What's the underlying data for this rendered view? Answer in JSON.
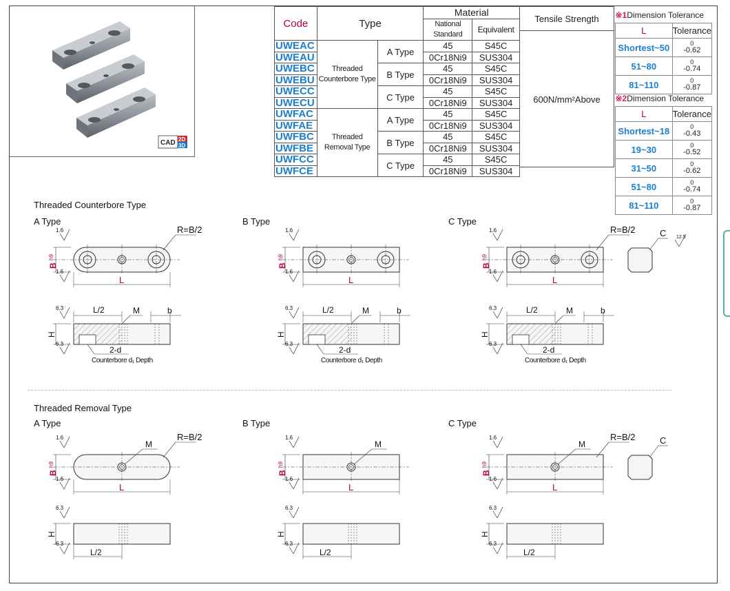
{
  "spec_table": {
    "headers": {
      "code": "Code",
      "type": "Type",
      "material": "Material",
      "national_standard": "National Standard",
      "equivalent": "Equivalent",
      "tensile_strength": "Tensile Strength"
    },
    "group_counterbore": "Threaded\nCounterbore Type",
    "group_removal": "Threaded\nRemoval Type",
    "type_labels": [
      "A Type",
      "B Type",
      "C Type",
      "A Type",
      "B Type",
      "C Type"
    ],
    "codes": [
      "UWEAC",
      "UWEAU",
      "UWEBC",
      "UWEBU",
      "UWECC",
      "UWECU",
      "UWFAC",
      "UWFAE",
      "UWFBC",
      "UWFBE",
      "UWFCC",
      "UWFCE"
    ],
    "national": [
      "45",
      "0Cr18Ni9",
      "45",
      "0Cr18Ni9",
      "45",
      "0Cr18Ni9",
      "45",
      "0Cr18Ni9",
      "45",
      "0Cr18Ni9",
      "45",
      "0Cr18Ni9"
    ],
    "equivalent": [
      "S45C",
      "SUS304",
      "S45C",
      "SUS304",
      "S45C",
      "SUS304",
      "S45C",
      "SUS304",
      "S45C",
      "SUS304",
      "S45C",
      "SUS304"
    ],
    "tensile_value": "600N/mm²Above"
  },
  "tolerance1": {
    "title_mark": "※1",
    "title": "Dimension Tolerance",
    "col_l": "L",
    "col_tol": "Tolerance",
    "rows": [
      {
        "l": "Shortest~50",
        "upper": "0",
        "lower": "-0.62"
      },
      {
        "l": "51~80",
        "upper": "0",
        "lower": "-0.74"
      },
      {
        "l": "81~110",
        "upper": "0",
        "lower": "-0.87"
      }
    ]
  },
  "tolerance2": {
    "title_mark": "※2",
    "title": "Dimension Tolerance",
    "col_l": "L",
    "col_tol": "Tolerance",
    "rows": [
      {
        "l": "Shortest~18",
        "upper": "0",
        "lower": "-0.43"
      },
      {
        "l": "19~30",
        "upper": "0",
        "lower": "-0.52"
      },
      {
        "l": "31~50",
        "upper": "0",
        "lower": "-0.62"
      },
      {
        "l": "51~80",
        "upper": "0",
        "lower": "-0.74"
      },
      {
        "l": "81~110",
        "upper": "0",
        "lower": "-0.87"
      }
    ]
  },
  "cad_badge": {
    "cad": "CAD",
    "d2": "2D",
    "d3": "3D"
  },
  "sections": {
    "counterbore": "Threaded Counterbore Type",
    "removal": "Threaded Removal Type"
  },
  "drawing_labels": {
    "a_type": "A Type",
    "b_type": "B Type",
    "c_type": "C Type",
    "r": "R=B/2",
    "c": "C",
    "roughness_12_5": "12.5",
    "roughness_1_6": "1.6",
    "roughness_6_3": "6.3",
    "b_h9": "B",
    "h9": "h9",
    "l": "L",
    "l_half": "L/2",
    "m": "M",
    "b": "b",
    "h": "H",
    "two_d": "2-d",
    "counterbore_note": "Counterbore d₁ Depth"
  },
  "colors": {
    "code_blue": "#1a7fd1",
    "header_magenta": "#b4004e",
    "mark_pink": "#d81b60",
    "tab_green": "#5bb58a"
  }
}
